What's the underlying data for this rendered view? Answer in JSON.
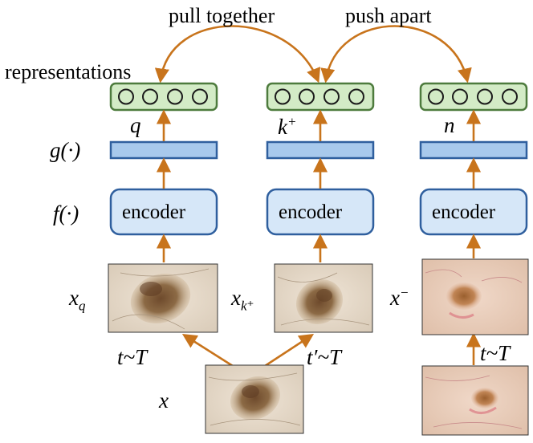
{
  "arrows": {
    "top_left_label": "pull together",
    "top_right_label": "push apart",
    "color": "#c8741c"
  },
  "side_labels": {
    "representations": "representations",
    "projection_head": "g(·)",
    "encoder_fn": "f(·)"
  },
  "columns": [
    {
      "id": "query",
      "rep_label": "q",
      "encoder_label": "encoder",
      "view_label": "x",
      "view_sub": "q",
      "aug_label": "t~T"
    },
    {
      "id": "positive",
      "rep_label": "k",
      "rep_sup": "+",
      "encoder_label": "encoder",
      "view_label": "x",
      "view_sub": "k⁺",
      "aug_label": "t′~T"
    },
    {
      "id": "negative",
      "rep_label": "n",
      "encoder_label": "encoder",
      "view_label": "x",
      "view_sup": "−",
      "aug_label": "t~T"
    }
  ],
  "source": {
    "label": "x"
  },
  "colors": {
    "rep_fill": "#d3ebc6",
    "rep_stroke": "#4d7b3d",
    "head_fill": "#a8c9ec",
    "head_stroke": "#2f5f9e",
    "encoder_fill": "#d6e7f8",
    "encoder_stroke": "#2f5f9e",
    "arrow": "#c8741c"
  }
}
